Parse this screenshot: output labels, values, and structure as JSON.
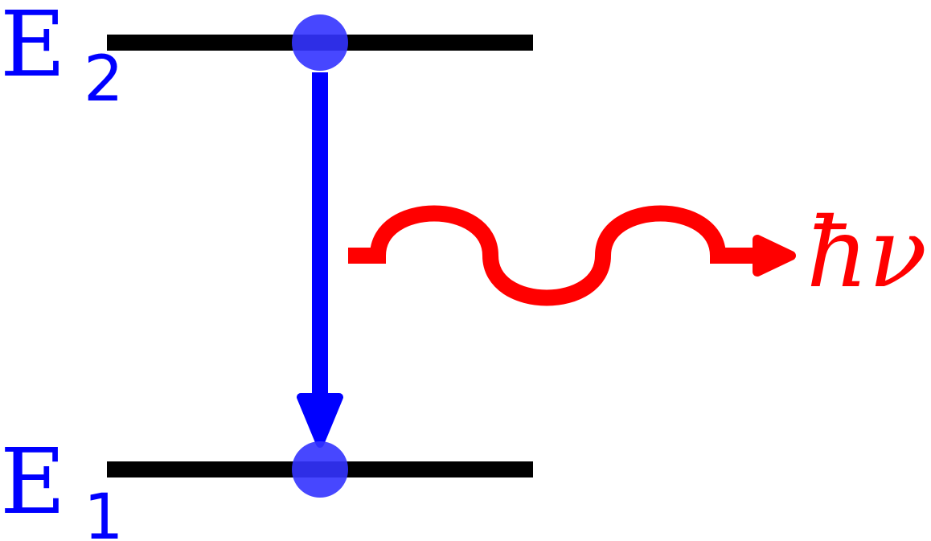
{
  "levels": {
    "upper": {
      "letter": "E",
      "subscript": "2"
    },
    "lower": {
      "letter": "E",
      "subscript": "1"
    }
  },
  "photon": {
    "label": "ħν"
  },
  "colors": {
    "levels": "#000000",
    "electron": "#4444ff",
    "transition": "#0000ff",
    "photon": "#ff0000",
    "labels": "#0000ff"
  }
}
